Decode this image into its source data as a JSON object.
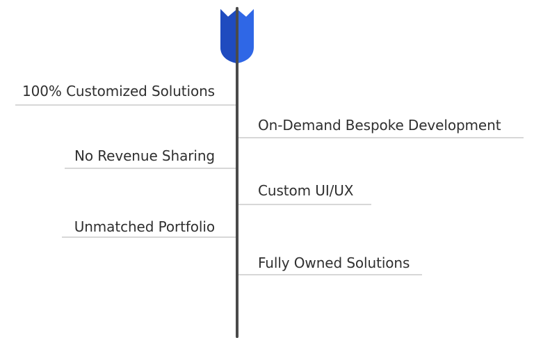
{
  "diagram": {
    "marker_icon": "shield-arrow-icon",
    "colors": {
      "marker_dark": "#1f4bbf",
      "marker_light": "#2f67e6",
      "spine": "#4a4a4a",
      "underline": "#d7d7d7",
      "text": "#2f2f2f"
    },
    "features": [
      {
        "side": "left",
        "label": "100% Customized Solutions"
      },
      {
        "side": "right",
        "label": "On-Demand Bespoke Development"
      },
      {
        "side": "left",
        "label": "No Revenue Sharing"
      },
      {
        "side": "right",
        "label": "Custom UI/UX"
      },
      {
        "side": "left",
        "label": "Unmatched Portfolio"
      },
      {
        "side": "right",
        "label": "Fully Owned Solutions"
      }
    ]
  }
}
